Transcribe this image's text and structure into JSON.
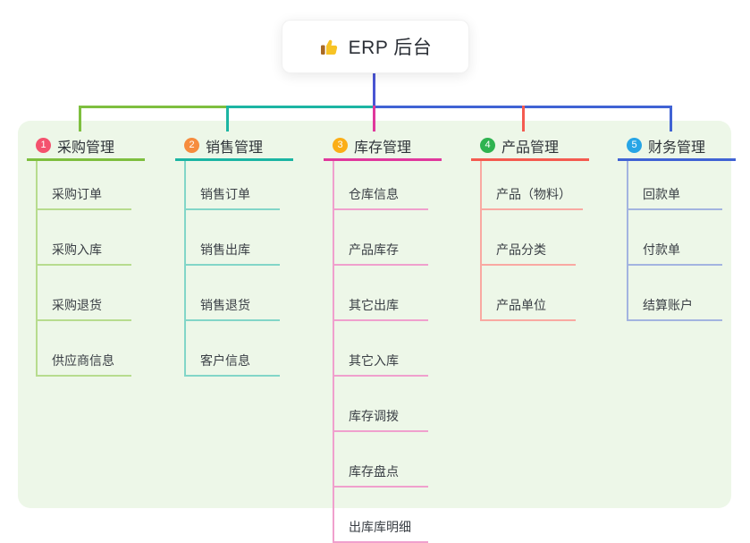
{
  "root": {
    "title": "ERP 后台",
    "icon": "thumbs-up",
    "line_color": "#4a55d3"
  },
  "panel": {
    "background": "#edf7e8"
  },
  "branches": [
    {
      "num": "1",
      "label": "采购管理",
      "color": "#7ebf3f",
      "light": "#b7dc8e",
      "badge": "#f4526e",
      "items": [
        "采购订单",
        "采购入库",
        "采购退货",
        "供应商信息"
      ]
    },
    {
      "num": "2",
      "label": "销售管理",
      "color": "#1cb5a3",
      "light": "#82d6c8",
      "badge": "#f68c3e",
      "items": [
        "销售订单",
        "销售出库",
        "销售退货",
        "客户信息"
      ]
    },
    {
      "num": "3",
      "label": "库存管理",
      "color": "#e0389c",
      "light": "#f0a0cd",
      "badge": "#fbae17",
      "items": [
        "仓库信息",
        "产品库存",
        "其它出库",
        "其它入库",
        "库存调拨",
        "库存盘点",
        "出库库明细"
      ]
    },
    {
      "num": "4",
      "label": "产品管理",
      "color": "#f45b50",
      "light": "#f9a9a2",
      "badge": "#2fb350",
      "items": [
        "产品（物料）",
        "产品分类",
        "产品单位"
      ]
    },
    {
      "num": "5",
      "label": "财务管理",
      "color": "#4063d4",
      "light": "#a3b4e0",
      "badge": "#27a5e6",
      "items": [
        "回款单",
        "付款单",
        "结算账户"
      ]
    }
  ]
}
